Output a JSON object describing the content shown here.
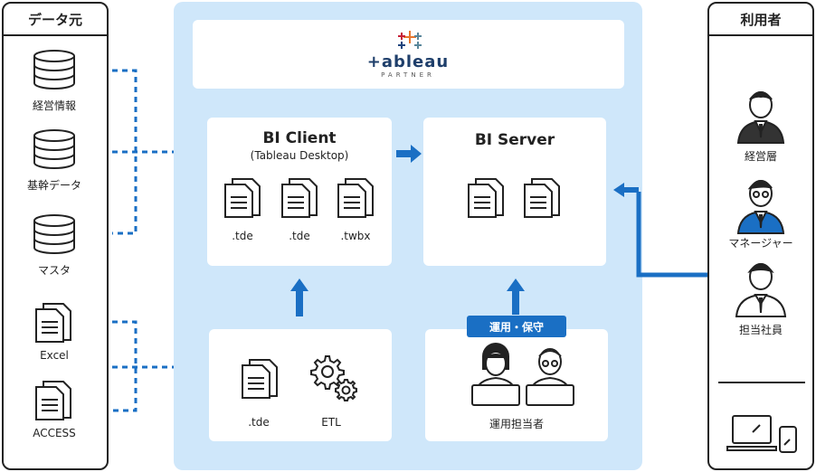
{
  "left_panel": {
    "title": "データ元",
    "sources": [
      "経営情報",
      "基幹データ",
      "マスタ"
    ],
    "files": [
      "Excel",
      "ACCESS"
    ]
  },
  "center": {
    "logo": {
      "wordmark": "+ableau",
      "sub": "PARTNER"
    },
    "client": {
      "title": "BI Client",
      "subtitle": "(Tableau Desktop)",
      "files": [
        ".tde",
        ".tde",
        ".twbx"
      ]
    },
    "server": {
      "title": "BI Server"
    },
    "prep": {
      "file_label": ".tde",
      "etl_label": "ETL"
    },
    "ops": {
      "badge": "運用・保守",
      "label": "運用担当者"
    }
  },
  "right_panel": {
    "title": "利用者",
    "users": [
      "経営層",
      "マネージャー",
      "担当社員"
    ]
  },
  "colors": {
    "accent": "#1a6fc4",
    "center_bg": "#cfe7fa",
    "tie_dark": "#1a4f9c"
  }
}
